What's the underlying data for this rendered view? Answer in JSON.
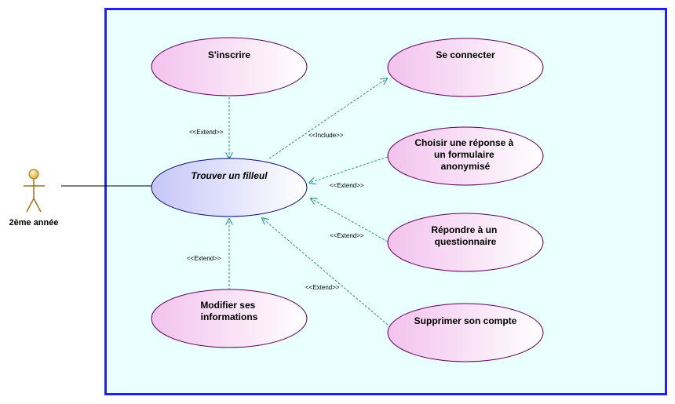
{
  "actor": {
    "label": "2ème année"
  },
  "use_cases": {
    "inscrire": {
      "lines": [
        "S'inscrire"
      ]
    },
    "connecter": {
      "lines": [
        "Se connecter"
      ]
    },
    "trouver": {
      "lines": [
        "Trouver un filleul"
      ]
    },
    "choisir": {
      "lines": [
        "Choisir une réponse à",
        "un formulaire",
        "anonymisé"
      ]
    },
    "repondre": {
      "lines": [
        "Répondre à un",
        "questionnaire"
      ]
    },
    "modifier": {
      "lines": [
        "Modifier ses",
        "informations"
      ]
    },
    "supprimer": {
      "lines": [
        "Supprimer son compte"
      ]
    }
  },
  "relations": {
    "inscrire_extend": "<<Extend>>",
    "connecter_include": "<<Include>>",
    "choisir_extend": "<<Extend>>",
    "repondre_extend": "<<Extend>>",
    "modifier_extend": "<<Extend>>",
    "supprimer_extend": "<<Extend>>"
  },
  "colors": {
    "boundary_stroke": "#2323e0",
    "boundary_fill": "#eaffff",
    "usecase_stroke": "#5a005a",
    "main_usecase_stroke": "#0a0a6e",
    "dependency_stroke": "#2f8f8f",
    "actor_fill": "#f0d37a",
    "actor_stroke": "#9a7420"
  }
}
